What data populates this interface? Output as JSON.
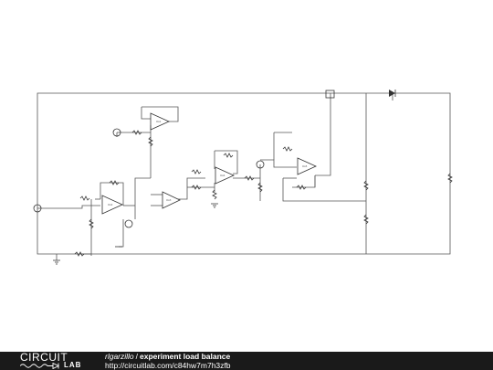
{
  "footer": {
    "logo_top": "CIRCUIT",
    "logo_bottom": "LAB",
    "username": "rlgarzillo",
    "separator": "/",
    "circuit_title": "experiment load balance",
    "url": "http://circuitlab.com/c84hw7m7h3zfb"
  },
  "colors": {
    "footer_bg": "#1a1a1a",
    "wire": "#555555",
    "background": "#ffffff"
  },
  "icons": [
    "opamp-icon",
    "resistor-icon",
    "voltage-source-icon",
    "ground-icon",
    "diode-icon",
    "transistor-icon",
    "logo-sine-wave-icon"
  ]
}
